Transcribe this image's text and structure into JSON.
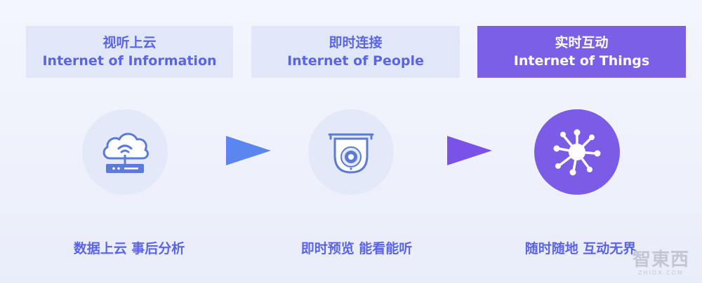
{
  "stages": [
    {
      "title_zh": "视听上云",
      "title_en": "Internet of Information",
      "icon": "cloud-wifi-icon",
      "caption": "数据上云 事后分析"
    },
    {
      "title_zh": "即时连接",
      "title_en": "Internet of People",
      "icon": "security-camera-icon",
      "caption": "即时预览 能看能听"
    },
    {
      "title_zh": "实时互动",
      "title_en": "Internet of Things",
      "icon": "network-burst-icon",
      "caption": "随时随地 互动无界"
    }
  ],
  "watermark": {
    "main": "智東西",
    "sub": "ZHIDX.COM"
  },
  "colors": {
    "accent_blue": "#5b63e8",
    "accent_purple": "#7b5fe6",
    "card_light": "#dfe7f8",
    "circle_light": "#e3e9f8",
    "arrow_blue": "#5b86f0",
    "arrow_purple": "#7a52ea"
  }
}
